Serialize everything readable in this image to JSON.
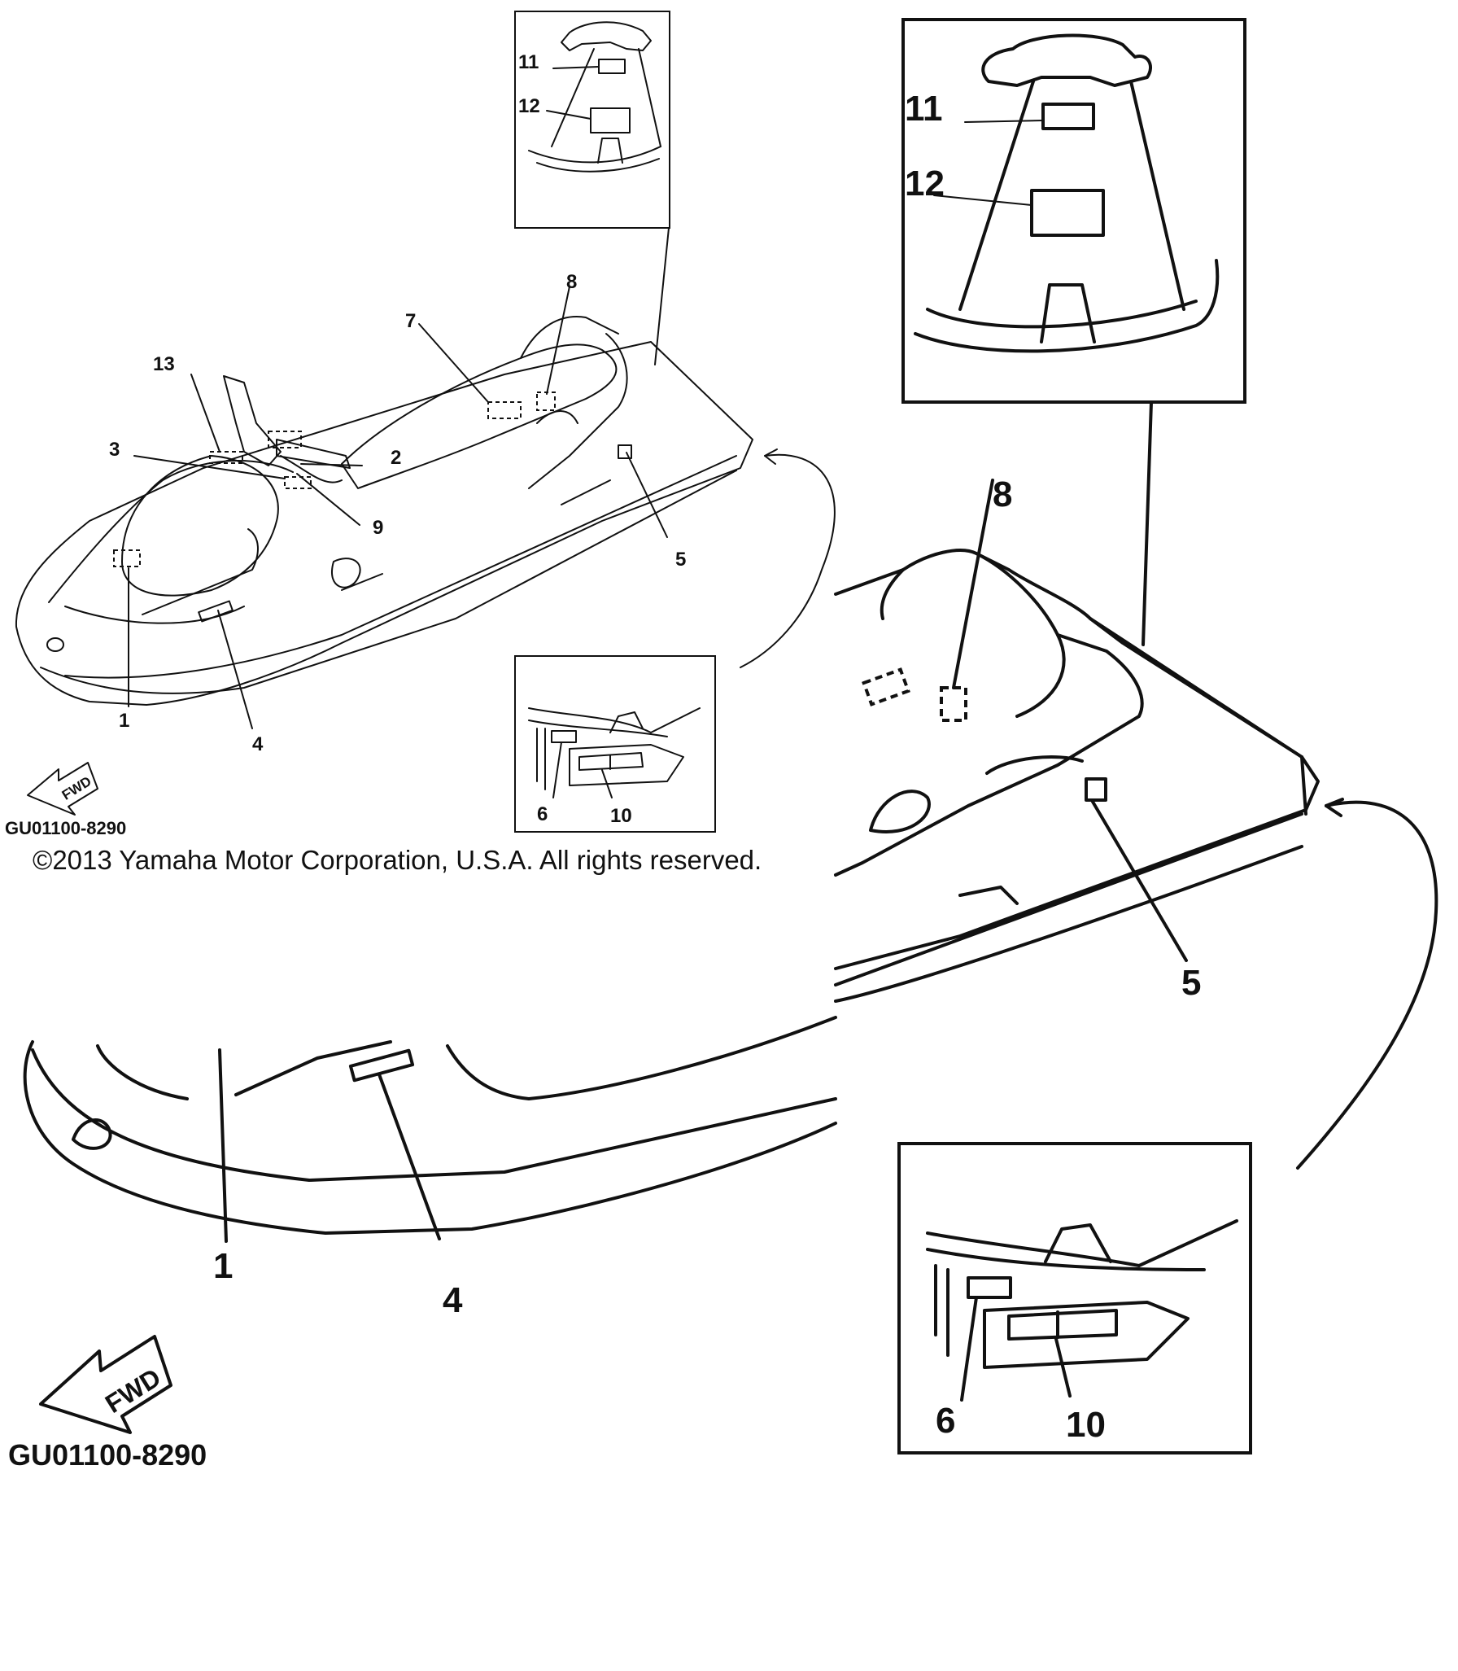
{
  "small_view": {
    "callouts": [
      "1",
      "2",
      "3",
      "4",
      "5",
      "7",
      "8",
      "9",
      "13"
    ],
    "inset_top_callouts": [
      "11",
      "12"
    ],
    "inset_bottom_callouts": [
      "6",
      "10"
    ],
    "fwd_label": "FWD",
    "diagram_code": "GU01100-8290"
  },
  "copyright": "©2013 Yamaha Motor Corporation, U.S.A. All rights reserved.",
  "large_view": {
    "callouts": [
      "1",
      "4",
      "5",
      "8"
    ],
    "inset_top_callouts": [
      "11",
      "12"
    ],
    "inset_bottom_callouts": [
      "6",
      "10"
    ],
    "fwd_label": "FWD",
    "diagram_code": "GU01100-8290"
  },
  "icons": {
    "fwd_arrow": "fwd-arrow-icon"
  }
}
